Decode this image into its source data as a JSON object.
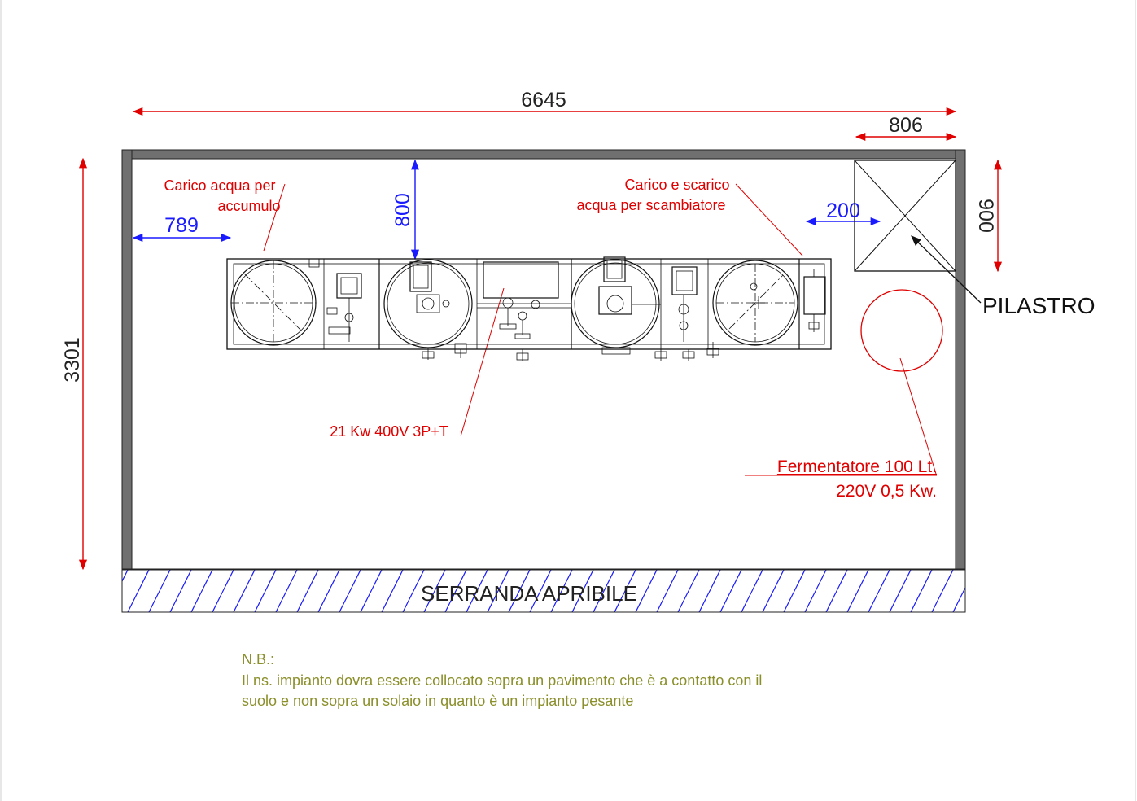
{
  "dimensions": {
    "total_width": "6645",
    "pillar_width": "806",
    "total_depth": "3301",
    "left_clearance": "789",
    "top_clearance": "800",
    "pillar_clearance": "200",
    "pillar_depth": "900"
  },
  "labels": {
    "pillar": "PILASTRO",
    "shutter": "SERRANDA APRIBILE",
    "water_storage_line1": "Carico acqua per",
    "water_storage_line2": "accumulo",
    "exchanger_line1": "Carico e scarico",
    "exchanger_line2": "acqua per scambiatore",
    "power": "21 Kw  400V  3P+T",
    "fermenter_line1": "Fermentatore 100 Lt.",
    "fermenter_line2": "220V 0,5 Kw."
  },
  "note": {
    "title": "N.B.:",
    "line1": "Il ns. impianto dovra essere  collocato sopra un pavimento che è a contatto con il",
    "line2": "suolo e non sopra un solaio in quanto è un impianto pesante"
  },
  "colors": {
    "dimension_lines": "#e00000",
    "clearance_dims": "#1a1aff",
    "annotations": "#e00000",
    "note_text": "#8a8f2a",
    "wall": "#707070",
    "hatch": "#1a1aff"
  }
}
